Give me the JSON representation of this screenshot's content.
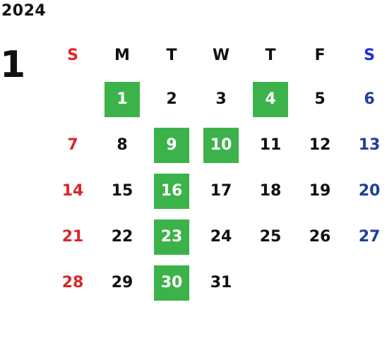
{
  "calendar": {
    "year": "2024",
    "month": "1",
    "weekdays": [
      "S",
      "M",
      "T",
      "W",
      "T",
      "F",
      "S"
    ],
    "weeks": [
      [
        "",
        "1",
        "2",
        "3",
        "4",
        "5",
        "6"
      ],
      [
        "7",
        "8",
        "9",
        "10",
        "11",
        "12",
        "13"
      ],
      [
        "14",
        "15",
        "16",
        "17",
        "18",
        "19",
        "20"
      ],
      [
        "21",
        "22",
        "23",
        "24",
        "25",
        "26",
        "27"
      ],
      [
        "28",
        "29",
        "30",
        "31",
        "",
        "",
        ""
      ]
    ],
    "highlighted_days": [
      "1",
      "4",
      "9",
      "10",
      "16",
      "23",
      "30"
    ]
  },
  "colors": {
    "sunday_header": "#e8202a",
    "saturday_header": "#1f2fd6",
    "sunday_day": "#d9262c",
    "saturday_day": "#1f3f9a",
    "weekday": "#111111",
    "highlight_bg": "#3cb34a",
    "highlight_text": "#ffffff"
  }
}
